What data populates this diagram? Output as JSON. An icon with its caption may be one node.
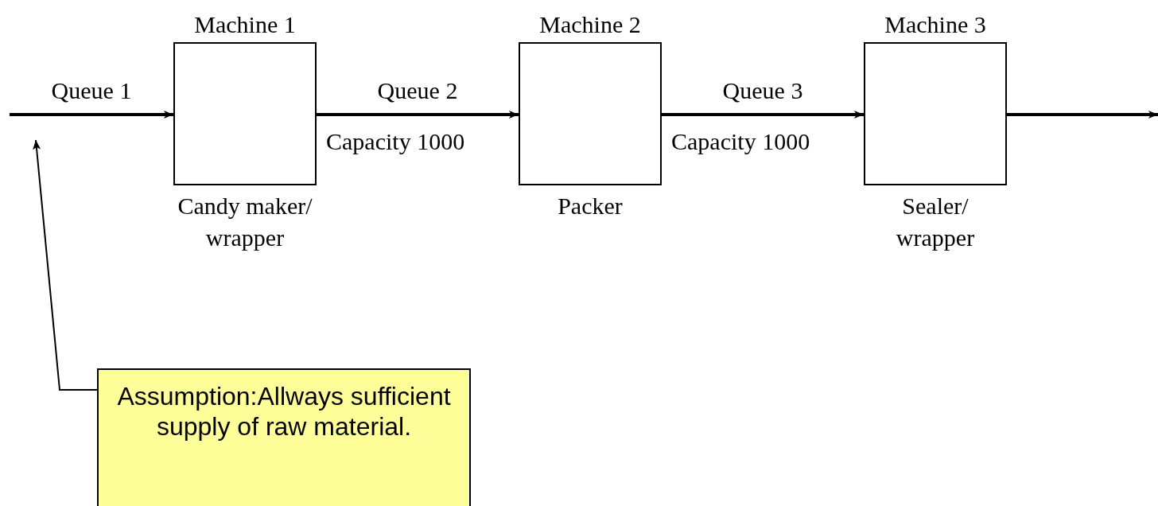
{
  "diagram": {
    "nodes": [
      {
        "text": [
          "Machine 1"
        ],
        "beside": [
          "Candy maker/ wrapper"
        ]
      },
      {
        "text": [
          "Machine 2"
        ],
        "beside": [
          "Packer"
        ]
      },
      {
        "text": [
          "Machine 3"
        ],
        "beside": [
          "Sealer/ wrapper"
        ]
      },
      {
        "text": [
          "Assumption:Allways sufficient supply of raw material."
        ]
      }
    ],
    "edges": [
      {
        "from": null,
        "to": 0,
        "arrow": "to",
        "label": "Queue 1"
      },
      {
        "from": 0,
        "to": 1,
        "arrow": "to",
        "label": "Queue 2"
      },
      {
        "from": 1,
        "to": 2,
        "arrow": "to",
        "label": "Queue 3"
      },
      {
        "from": 2,
        "to": null,
        "arrow": "to"
      },
      {
        "from": 3,
        "to": null,
        "arrow": "to"
      }
    ],
    "labels": [
      "Capacity 1000",
      "Capacity 1000"
    ]
  }
}
